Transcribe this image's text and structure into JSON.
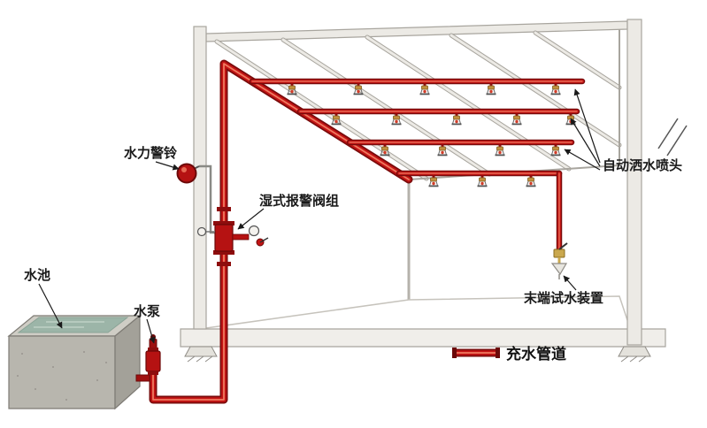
{
  "diagram": {
    "labels": {
      "alarm_bell": "水力警铃",
      "wet_valve": "湿式报警阀组",
      "pool": "水池",
      "pump": "水泵",
      "sprinklers": "自动洒水喷头",
      "end_test": "末端试水装置",
      "legend_pipe": "充水管道"
    },
    "colors": {
      "pipe_red": "#c41414",
      "pipe_dark": "#7a0b0b",
      "pipe_highlight": "#ef7a60",
      "structure_gray": "#eceae5",
      "structure_edge": "#a8a59e",
      "water_green": "#9cb5a8",
      "brass": "#caa84e",
      "label_text": "#1a1a1a"
    }
  }
}
